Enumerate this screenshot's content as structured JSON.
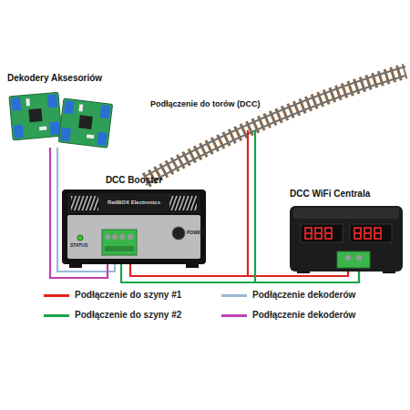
{
  "diagram": {
    "nodes": [
      {
        "text": [
          "Dekodery Aksesoriów"
        ]
      },
      {
        "text": [
          "Podłączenie do torów (DCC)"
        ]
      },
      {
        "text": [
          "DCC Booster",
          "RailBOX Electronics",
          "STATUS",
          "POWER"
        ]
      },
      {
        "text": [
          "DCC WiFi Centrala"
        ]
      }
    ],
    "edges": [
      {
        "from": 0,
        "to": 2,
        "arrow": "none"
      },
      {
        "from": 0,
        "to": 2,
        "arrow": "none"
      },
      {
        "from": 2,
        "to": 3,
        "arrow": "none"
      },
      {
        "from": 2,
        "to": 3,
        "arrow": "none"
      },
      {
        "from": 3,
        "to": 1,
        "arrow": "none"
      },
      {
        "from": 3,
        "to": 1,
        "arrow": "none"
      }
    ],
    "legend": [
      {
        "text": "Podłączenie do szyny #1",
        "color": "#e0201c"
      },
      {
        "text": "Podłączenie do szyny #2",
        "color": "#1aa34a"
      },
      {
        "text": "Podłączenie dekoderów",
        "color": "#9bb8d8"
      },
      {
        "text": "Podłączenie dekoderów",
        "color": "#c040b0"
      }
    ]
  }
}
